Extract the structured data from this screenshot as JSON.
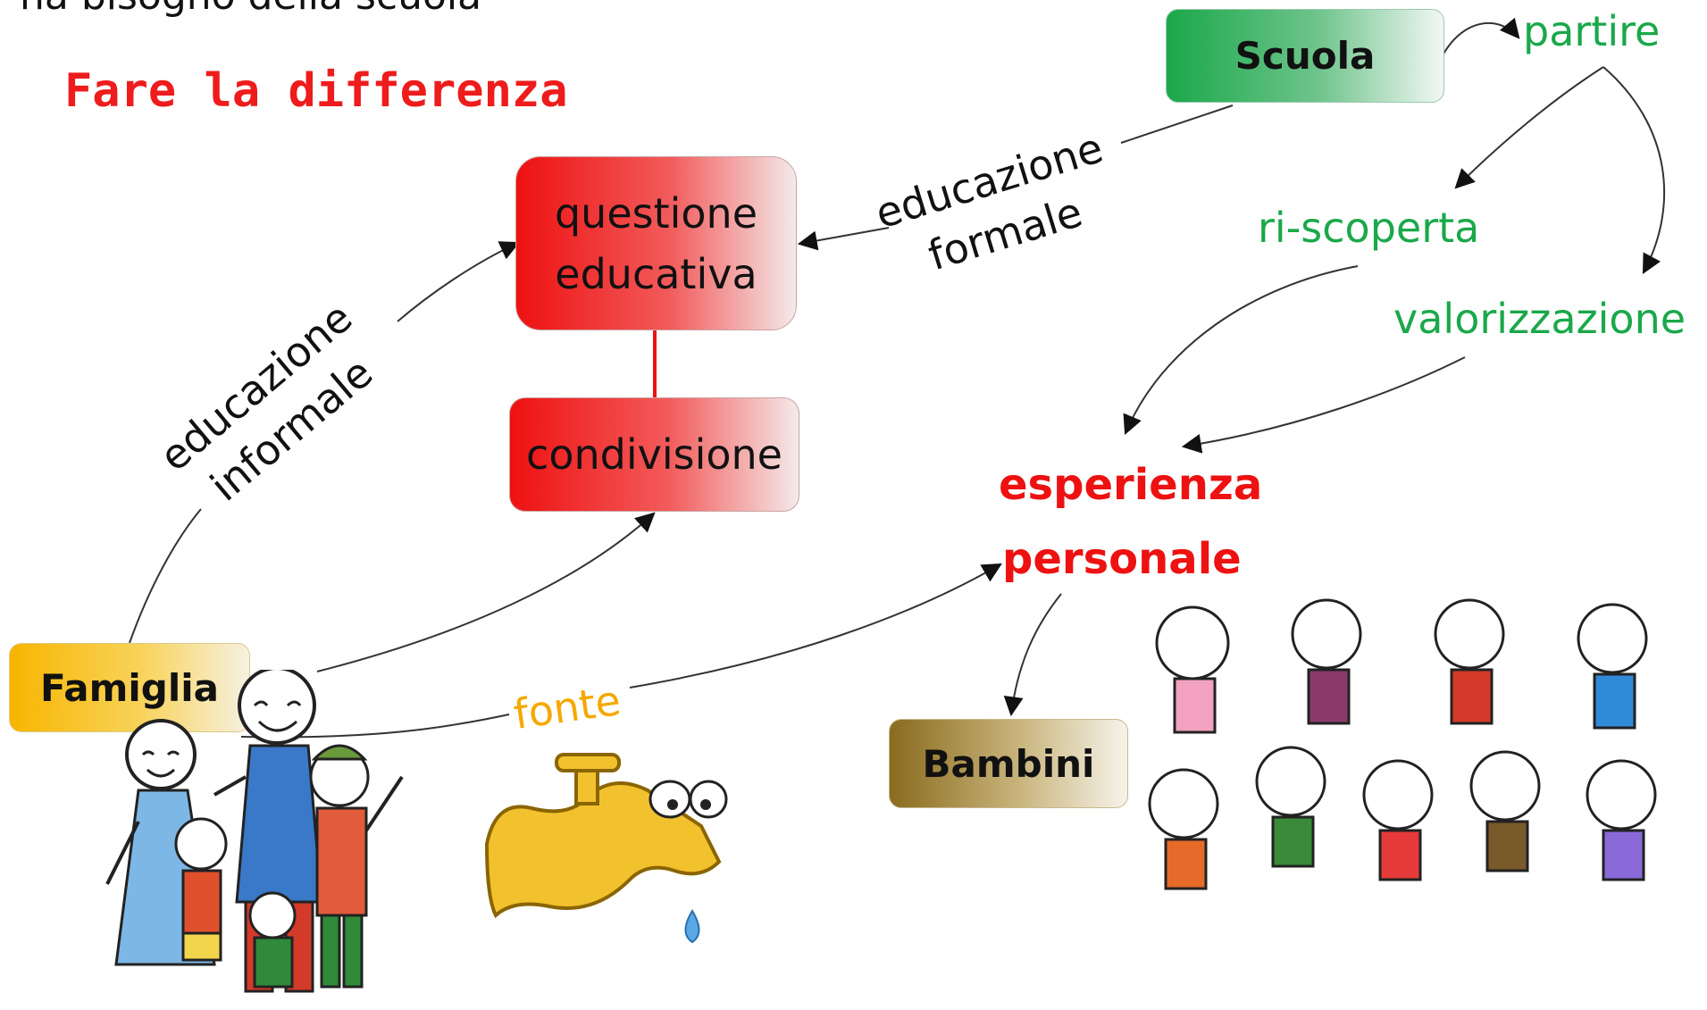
{
  "header": {
    "subtitle_cut": "ha bisogno della scuola",
    "title": "Fare la differenza"
  },
  "nodes": {
    "scuola": "Scuola",
    "partire": "partire",
    "ri_scoperta": "ri-scoperta",
    "valorizzazione": "valorizzazione",
    "questione_line1": "questione",
    "questione_line2": "educativa",
    "condivisione": "condivisione",
    "esperienza_line1": "esperienza",
    "esperienza_line2": "personale",
    "famiglia": "Famiglia",
    "bambini": "Bambini"
  },
  "edges": {
    "educazione_formale_1": "educazione",
    "educazione_formale_2": "formale",
    "educazione_informale_1": "educazione",
    "educazione_informale_2": "informale",
    "fonte": "fonte"
  },
  "colors": {
    "title_red": "#ee1c1c",
    "green_text": "#1aa84a",
    "red_text": "#ee1111",
    "orange_text": "#f5a800",
    "box_red": "#ee1111",
    "box_green": "#1aa84a",
    "box_yellow": "#f7b500",
    "box_gold": "#8a6b1e"
  },
  "illustrations": [
    "family-drawing",
    "dripping-faucet-drawing",
    "children-group-drawing"
  ]
}
